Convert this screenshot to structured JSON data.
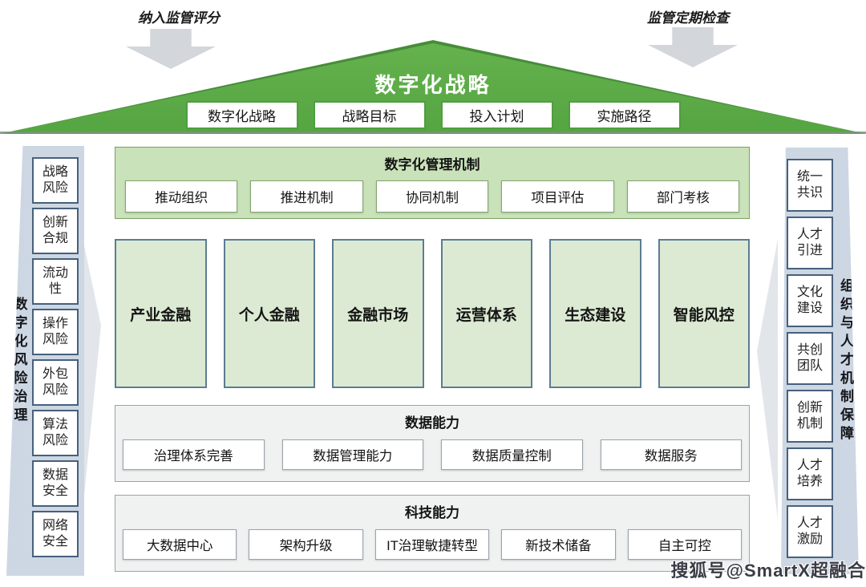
{
  "top": {
    "left_annotation": "纳入监管评分",
    "right_annotation": "监管定期检查"
  },
  "roof": {
    "title": "数字化战略",
    "items": [
      "数字化战略",
      "战略目标",
      "投入计划",
      "实施路径"
    ]
  },
  "management": {
    "title": "数字化管理机制",
    "items": [
      "推动组织",
      "推进机制",
      "协同机制",
      "项目评估",
      "部门考核"
    ]
  },
  "business_pillars": [
    "产业金融",
    "个人金融",
    "金融市场",
    "运营体系",
    "生态建设",
    "智能风控"
  ],
  "data_capability": {
    "title": "数据能力",
    "items": [
      "治理体系完善",
      "数据管理能力",
      "数据质量控制",
      "数据服务"
    ]
  },
  "tech_capability": {
    "title": "科技能力",
    "items": [
      "大数据中心",
      "架构升级",
      "IT治理敏捷转型",
      "新技术储备",
      "自主可控"
    ]
  },
  "left_pillar": {
    "title": "数字化风险治理",
    "items": [
      "战略风险",
      "创新合规",
      "流动性",
      "操作风险",
      "外包风险",
      "算法风险",
      "数据安全",
      "网络安全"
    ]
  },
  "right_pillar": {
    "title": "组织与人才机制保障",
    "items": [
      "统一共识",
      "人才引进",
      "文化建设",
      "共创团队",
      "创新机制",
      "人才培养",
      "人才激励"
    ]
  },
  "watermark": "搜狐号@SmartX超融合",
  "colors": {
    "roof-green": "#55a542",
    "roof-edge": "#478c39",
    "roof-box-border": "#4f9d42",
    "mgmt-green": "#c9e2ba",
    "biz-green": "#dcead3",
    "biz-border": "#5b7d92",
    "sec-gray": "#f0f1f1",
    "pillar-blue": "#ccd7e3",
    "pillar-box-border": "#47607c",
    "arrow-gray": "#d3d6db"
  }
}
